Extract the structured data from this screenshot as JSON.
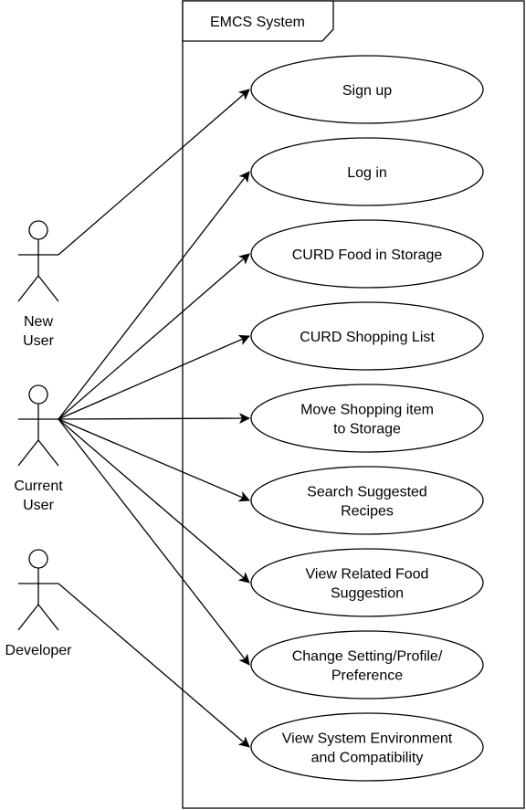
{
  "diagram": {
    "system": {
      "title": "EMCS System"
    },
    "actors": [
      {
        "id": "new_user",
        "lines": [
          "New",
          "User"
        ]
      },
      {
        "id": "current_user",
        "lines": [
          "Current",
          "User"
        ]
      },
      {
        "id": "developer",
        "lines": [
          "Developer"
        ]
      }
    ],
    "use_cases": [
      {
        "id": "signup",
        "lines": [
          "Sign up"
        ]
      },
      {
        "id": "login",
        "lines": [
          "Log in"
        ]
      },
      {
        "id": "curd_food",
        "lines": [
          "CURD Food in Storage"
        ]
      },
      {
        "id": "curd_shopping",
        "lines": [
          "CURD Shopping List"
        ]
      },
      {
        "id": "move_item",
        "lines": [
          "Move Shopping item",
          "to Storage"
        ]
      },
      {
        "id": "search_recipes",
        "lines": [
          "Search Suggested",
          "Recipes"
        ]
      },
      {
        "id": "view_food",
        "lines": [
          "View Related Food",
          "Suggestion"
        ]
      },
      {
        "id": "change_setting",
        "lines": [
          "Change Setting/Profile/",
          "Preference"
        ]
      },
      {
        "id": "view_env",
        "lines": [
          "View System Environment",
          "and Compatibility"
        ]
      }
    ],
    "associations": [
      {
        "from": "new_user",
        "to": "signup"
      },
      {
        "from": "current_user",
        "to": "login"
      },
      {
        "from": "current_user",
        "to": "curd_food"
      },
      {
        "from": "current_user",
        "to": "curd_shopping"
      },
      {
        "from": "current_user",
        "to": "move_item"
      },
      {
        "from": "current_user",
        "to": "search_recipes"
      },
      {
        "from": "current_user",
        "to": "view_food"
      },
      {
        "from": "current_user",
        "to": "change_setting"
      },
      {
        "from": "developer",
        "to": "view_env"
      }
    ]
  }
}
